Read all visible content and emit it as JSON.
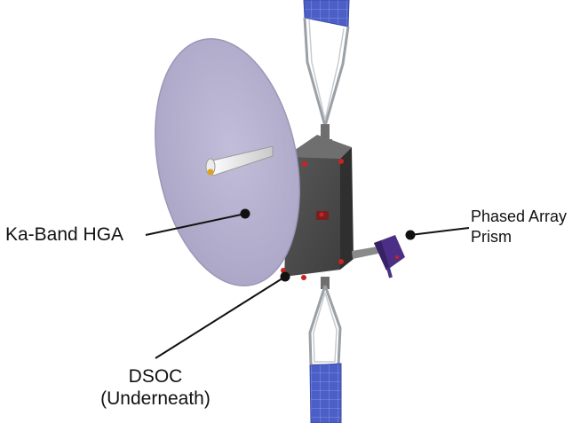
{
  "labels": {
    "hga": "Ka-Band HGA",
    "dsoc": "DSOC\n(Underneath)",
    "prism": "Phased Array\nPrism"
  },
  "colors": {
    "dish": "#b5b0cf",
    "bus_front": "#4a4a4a",
    "bus_top": "#6d6d6d",
    "solar_panel": "#4c5fc7",
    "truss": "#8f949a",
    "prism": "#4b2f86",
    "bolt": "#cc2222",
    "leader_line": "#111111"
  },
  "icons": [
    "spacecraft-illustration",
    "callout-dot"
  ]
}
